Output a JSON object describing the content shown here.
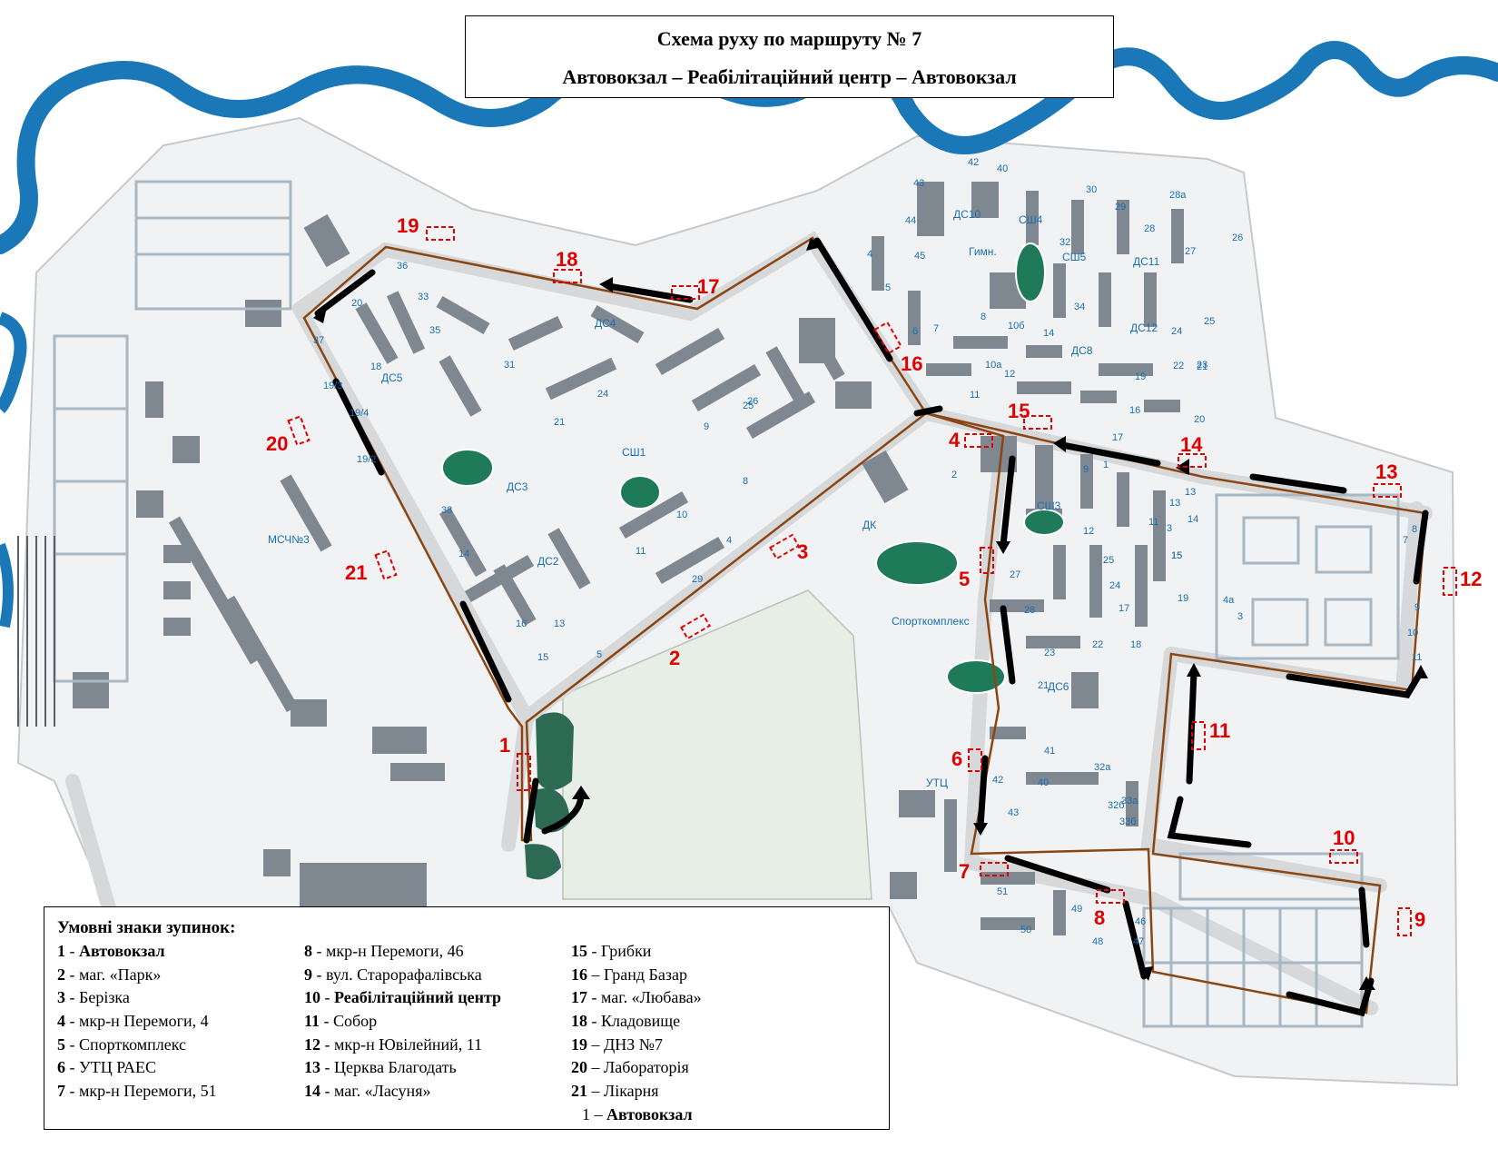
{
  "title": {
    "line1": "Схема руху по маршруту № 7",
    "line2": "Автовокзал – Реабілітаційний центр – Автовокзал"
  },
  "colors": {
    "river": "#1a78b8",
    "route": "#8b4513",
    "stop_marker": "#e00000",
    "building": "#808890",
    "stadium": "#1f7a5a",
    "road": "#d8dadc",
    "label": "#1a6fb3"
  },
  "legend": {
    "title": "Умовні знаки зупинок:",
    "columns": [
      [
        {
          "num": "1",
          "sep": " - ",
          "name": "Автовокзал",
          "bold": true
        },
        {
          "num": "2",
          "sep": " - ",
          "name": "маг. «Парк»",
          "bold": false
        },
        {
          "num": "3",
          "sep": " - ",
          "name": "Берізка",
          "bold": false
        },
        {
          "num": "4",
          "sep": " - ",
          "name": "мкр-н Перемоги, 4",
          "bold": false
        },
        {
          "num": "5",
          "sep": " - ",
          "name": "Спорткомплекс",
          "bold": false
        },
        {
          "num": "6",
          "sep": " - ",
          "name": "УТЦ РАЕС",
          "bold": false
        },
        {
          "num": "7",
          "sep": " - ",
          "name": "мкр-н Перемоги, 51",
          "bold": false
        }
      ],
      [
        {
          "num": "8",
          "sep": " - ",
          "name": "мкр-н Перемоги, 46",
          "bold": false
        },
        {
          "num": "9",
          "sep": " - ",
          "name": "вул. Старорафалівська",
          "bold": false
        },
        {
          "num": "10",
          "sep": " - ",
          "name": "Реабілітаційний центр",
          "bold": true
        },
        {
          "num": "11",
          "sep": " - ",
          "name": "Собор",
          "bold": false
        },
        {
          "num": "12",
          "sep": " - ",
          "name": "мкр-н Ювілейний, 11",
          "bold": false
        },
        {
          "num": "13",
          "sep": " - ",
          "name": " Церква Благодать",
          "bold": false
        },
        {
          "num": "14",
          "sep": " - ",
          "name": "маг. «Ласуня»",
          "bold": false
        }
      ],
      [
        {
          "num": "15",
          "sep": " - ",
          "name": "Грибки",
          "bold": false
        },
        {
          "num": "16",
          "sep": " – ",
          "name": "Гранд Базар",
          "bold": false
        },
        {
          "num": "17",
          "sep": " - ",
          "name": " маг. «Любава»",
          "bold": false
        },
        {
          "num": "18",
          "sep": " - ",
          "name": "Кладовище",
          "bold": false
        },
        {
          "num": "19",
          "sep": " – ",
          "name": "ДНЗ №7",
          "bold": false
        },
        {
          "num": "20",
          "sep": " – ",
          "name": "Лабораторія",
          "bold": false
        },
        {
          "num": "21",
          "sep": " – ",
          "name": "Лікарня",
          "bold": false
        }
      ]
    ],
    "final": {
      "num": "1",
      "sep": " – ",
      "name": "Автовокзал"
    }
  },
  "stops": [
    {
      "num": "1"
    },
    {
      "num": "2"
    },
    {
      "num": "3"
    },
    {
      "num": "4"
    },
    {
      "num": "5"
    },
    {
      "num": "6"
    },
    {
      "num": "7"
    },
    {
      "num": "8"
    },
    {
      "num": "9"
    },
    {
      "num": "10"
    },
    {
      "num": "11"
    },
    {
      "num": "12"
    },
    {
      "num": "13"
    },
    {
      "num": "14"
    },
    {
      "num": "15"
    },
    {
      "num": "16"
    },
    {
      "num": "17"
    },
    {
      "num": "18"
    },
    {
      "num": "19"
    },
    {
      "num": "20"
    },
    {
      "num": "21"
    }
  ],
  "place_labels": [
    "ДС10",
    "СШ4",
    "Гимн.",
    "СШ5",
    "ДС11",
    "ДС12",
    "ДС8",
    "ДС4",
    "ДС5",
    "СШ1",
    "ДС3",
    "ДС2",
    "СШ3",
    "ДК",
    "Спорткомплекс",
    "ДС6",
    "УТЦ",
    "МСЧ№3"
  ],
  "building_numbers": [
    "42",
    "40",
    "43",
    "44",
    "45",
    "30",
    "29",
    "28",
    "28а",
    "27",
    "26",
    "25",
    "24",
    "23",
    "22",
    "21",
    "20",
    "19",
    "16",
    "17",
    "32",
    "34",
    "14",
    "12",
    "10а",
    "10б",
    "8",
    "7",
    "6",
    "5",
    "4",
    "11",
    "9",
    "13",
    "15",
    "2",
    "1",
    "3",
    "20",
    "36",
    "33",
    "35",
    "37",
    "18",
    "19/3",
    "19/4",
    "19/2",
    "38",
    "31",
    "24",
    "21",
    "26",
    "25",
    "9",
    "8",
    "10",
    "11",
    "4",
    "29",
    "5",
    "13",
    "16",
    "15",
    "14",
    "27",
    "28",
    "23",
    "21",
    "22",
    "18",
    "17",
    "24",
    "25",
    "12",
    "11",
    "13",
    "14",
    "15",
    "19",
    "41",
    "40",
    "42",
    "43",
    "32а",
    "32б",
    "33а",
    "33б",
    "51",
    "49",
    "50",
    "48",
    "46",
    "47",
    "7",
    "8",
    "4а",
    "3",
    "9",
    "10",
    "11"
  ]
}
